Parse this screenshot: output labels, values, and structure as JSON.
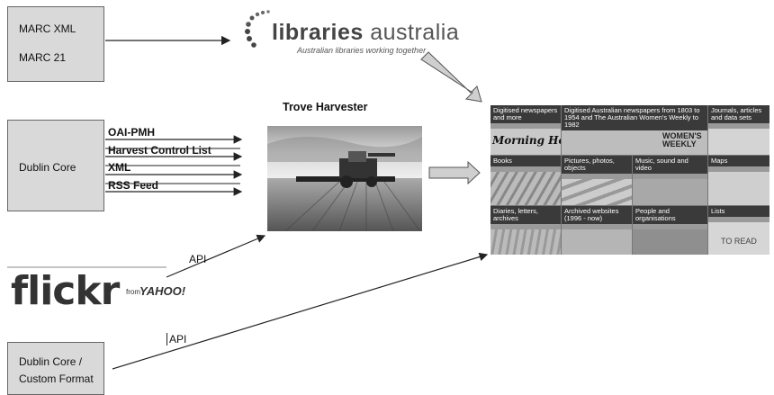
{
  "sources": {
    "marc_box": {
      "lines": [
        "MARC XML",
        "MARC 21"
      ]
    },
    "dublin_core_box": {
      "label": "Dublin Core"
    },
    "custom_box": {
      "lines": [
        "Dublin Core /",
        "Custom Format"
      ]
    }
  },
  "protocols": [
    "OAI-PMH",
    "Harvest Control List",
    "XML",
    "RSS Feed"
  ],
  "harvester": {
    "title": "Trove Harvester",
    "image_icon": "combine-harvester-field-photo"
  },
  "libraries_australia": {
    "name_bold": "libraries",
    "name_regular": " australia",
    "tagline": "Australian libraries working together"
  },
  "flickr": {
    "logo": "flickr",
    "from": "from",
    "yahoo": "YAHOO!"
  },
  "api_labels": {
    "flickr": "API",
    "custom": "API"
  },
  "trove_categories": [
    "Digitised newspapers and more",
    "Digitised Australian newspapers from 1803 to 1954 and The Australian Women's Weekly to 1982",
    "Journals, articles and data sets",
    "Books",
    "Pictures, photos, objects",
    "Music, sound and video",
    "Maps",
    "Diaries, letters, archives",
    "Archived websites (1996 - now)",
    "People and organisations",
    "Lists"
  ],
  "trove_images": {
    "newspaper_masthead": "Morning Herald",
    "magazine_title": "WOMEN'S WEEKLY",
    "list_note": "TO READ"
  }
}
